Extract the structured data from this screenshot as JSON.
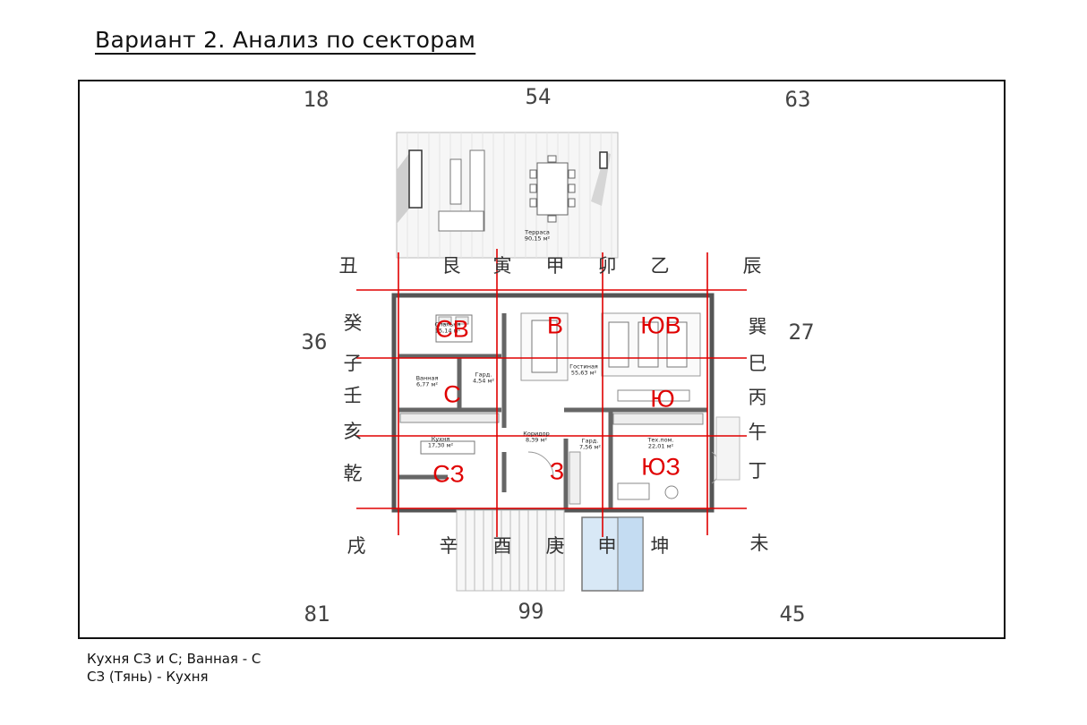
{
  "title": "Вариант 2. Анализ по секторам",
  "numbers": {
    "top_left": "18",
    "top_center": "54",
    "top_right": "63",
    "mid_left": "36",
    "mid_right": "27",
    "bottom_left": "81",
    "bottom_center": "99",
    "bottom_right": "45"
  },
  "hanzi": {
    "top": [
      "丑",
      "艮",
      "寅",
      "甲",
      "卯",
      "乙",
      "辰"
    ],
    "left": [
      "癸",
      "子",
      "壬",
      "亥",
      "乾"
    ],
    "right": [
      "巽",
      "巳",
      "丙",
      "午",
      "丁"
    ],
    "bottom": [
      "戌",
      "辛",
      "酉",
      "庚",
      "申",
      "坤",
      "未"
    ]
  },
  "sectors": [
    "СВ",
    "В",
    "ЮВ",
    "С",
    "Ю",
    "СЗ",
    "З",
    "ЮЗ"
  ],
  "rooms": {
    "terrace": {
      "name": "Терраса",
      "area": "90,15 м²"
    },
    "bedroom": {
      "name": "Спальня",
      "area": "15,14 м²"
    },
    "bathroom": {
      "name": "Ванная",
      "area": "6,77 м²"
    },
    "wardrobe1": {
      "name": "Гард.",
      "area": "4,54 м²"
    },
    "living": {
      "name": "Гостиная",
      "area": "55,63 м²"
    },
    "kitchen": {
      "name": "Кухня",
      "area": "17,30 м²"
    },
    "corridor": {
      "name": "Коридор",
      "area": "8,39 м²"
    },
    "wardrobe2": {
      "name": "Гард.",
      "area": "7,56 м²"
    },
    "tech": {
      "name": "Тех.пом.",
      "area": "22,01 м²"
    }
  },
  "notes": [
    "Кухня СЗ и С; Ванная  - С",
    "СЗ (Тянь) - Кухня"
  ],
  "colors": {
    "grid_lines": "#e00000",
    "sector_labels": "#e00000",
    "walls": "#555555"
  }
}
